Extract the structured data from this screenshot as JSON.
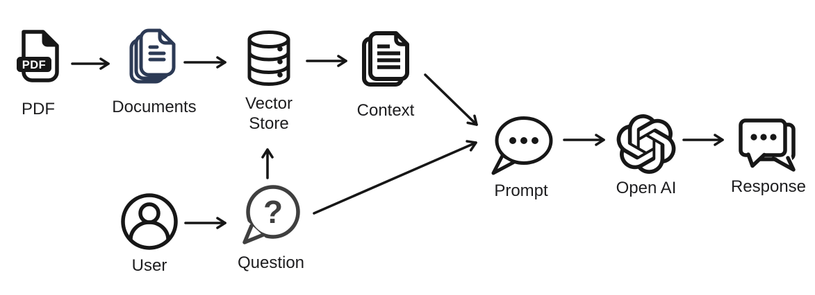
{
  "diagram_type": "flowchart",
  "nodes": {
    "pdf": {
      "label": "PDF",
      "icon": "pdf-file-icon",
      "icon_text": "PDF"
    },
    "documents": {
      "label": "Documents",
      "icon": "documents-stack-icon"
    },
    "vector_store": {
      "label": "Vector\nStore",
      "icon": "database-icon"
    },
    "context": {
      "label": "Context",
      "icon": "context-pages-icon"
    },
    "prompt": {
      "label": "Prompt",
      "icon": "chat-bubble-ellipsis-icon"
    },
    "openai": {
      "label": "Open AI",
      "icon": "openai-logo-icon"
    },
    "response": {
      "label": "Response",
      "icon": "chat-bubbles-response-icon"
    },
    "user": {
      "label": "User",
      "icon": "user-avatar-icon"
    },
    "question": {
      "label": "Question",
      "icon": "question-bubble-icon",
      "icon_glyph": "?"
    }
  },
  "edges": [
    {
      "from": "PDF",
      "to": "Documents"
    },
    {
      "from": "Documents",
      "to": "Vector Store"
    },
    {
      "from": "Vector Store",
      "to": "Context"
    },
    {
      "from": "Context",
      "to": "Prompt"
    },
    {
      "from": "User",
      "to": "Question"
    },
    {
      "from": "Question",
      "to": "Vector Store"
    },
    {
      "from": "Question",
      "to": "Prompt"
    },
    {
      "from": "Prompt",
      "to": "Open AI"
    },
    {
      "from": "Open AI",
      "to": "Response"
    }
  ],
  "colors": {
    "background": "#ffffff",
    "line": "#171717",
    "icon_default": "#171717",
    "documents_icon": "#2c3a55",
    "question_icon": "#3f3f3f",
    "label_text": "#1d1d1f",
    "pdf_badge_text": "#ffffff"
  }
}
